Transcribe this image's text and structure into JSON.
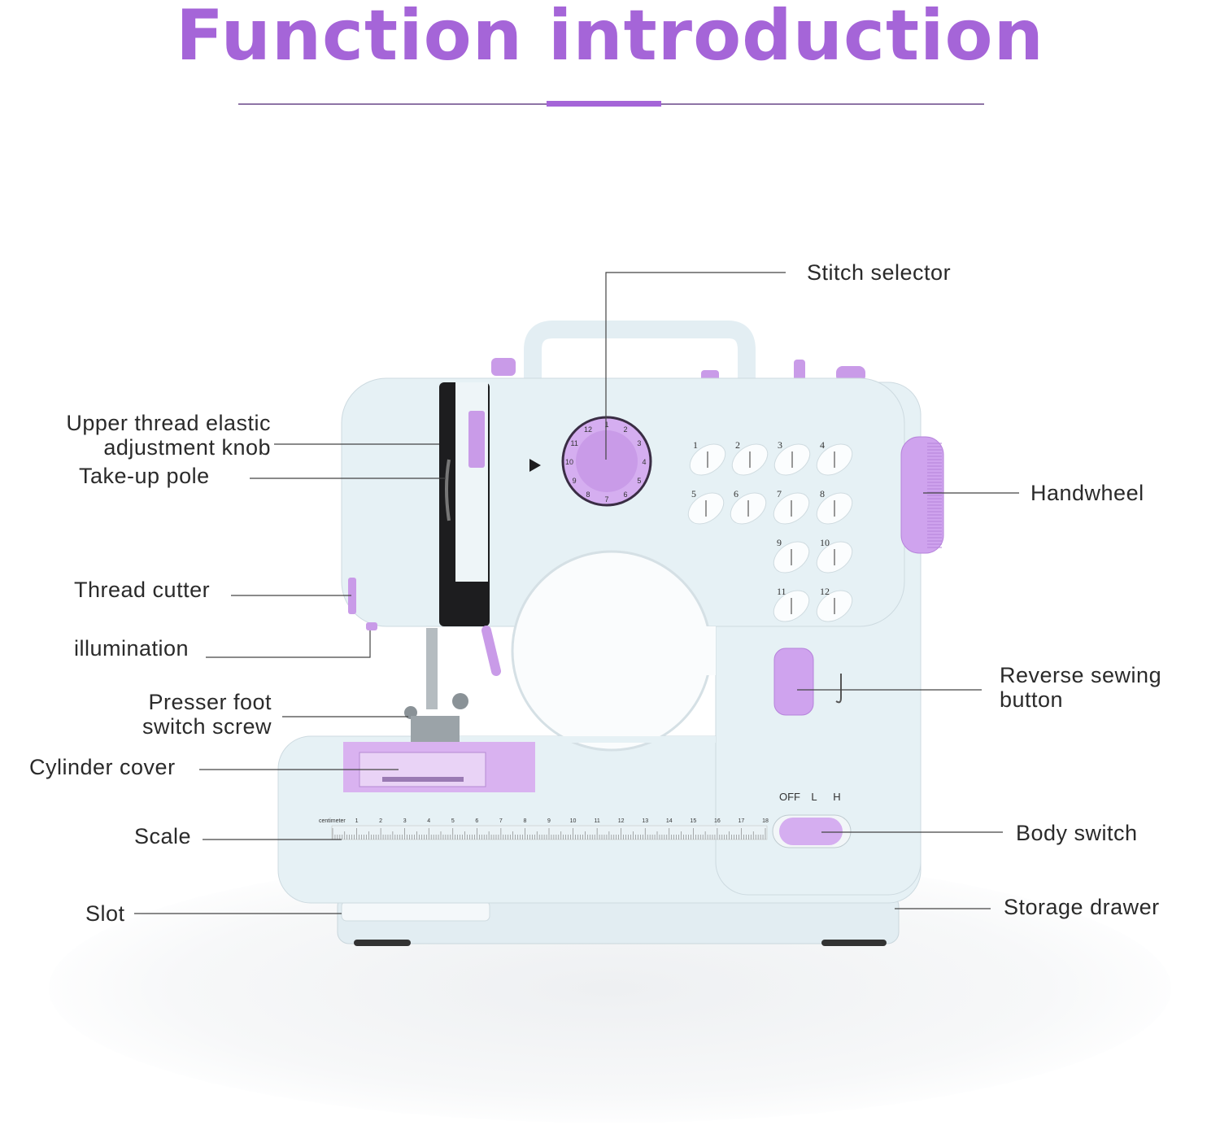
{
  "title": "Function introduction",
  "labels": {
    "stitch_selector": "Stitch selector",
    "upper_thread_line1": "Upper thread elastic",
    "upper_thread_line2": "adjustment knob",
    "take_up_pole": "Take-up pole",
    "thread_cutter": "Thread cutter",
    "illumination": "illumination",
    "presser_foot_line1": "Presser foot",
    "presser_foot_line2": "switch screw",
    "cylinder_cover": "Cylinder cover",
    "scale": "Scale",
    "slot": "Slot",
    "handwheel": "Handwheel",
    "reverse_line1": "Reverse sewing",
    "reverse_line2": "button",
    "body_switch": "Body switch",
    "storage_drawer": "Storage drawer"
  },
  "body_switch_positions": [
    "OFF",
    "L",
    "H"
  ],
  "scale": {
    "unit": "centimeter",
    "numbers": [
      "1",
      "2",
      "3",
      "4",
      "5",
      "6",
      "7",
      "8",
      "9",
      "10",
      "11",
      "12",
      "13",
      "14",
      "15",
      "16",
      "17",
      "18"
    ]
  },
  "stitch_numbers": [
    "1",
    "2",
    "3",
    "4",
    "5",
    "6",
    "7",
    "8",
    "9",
    "10",
    "11",
    "12"
  ],
  "colors": {
    "accent": "#a565d8",
    "body": "#e6f1f5",
    "lavender": "#cfa3ee"
  }
}
